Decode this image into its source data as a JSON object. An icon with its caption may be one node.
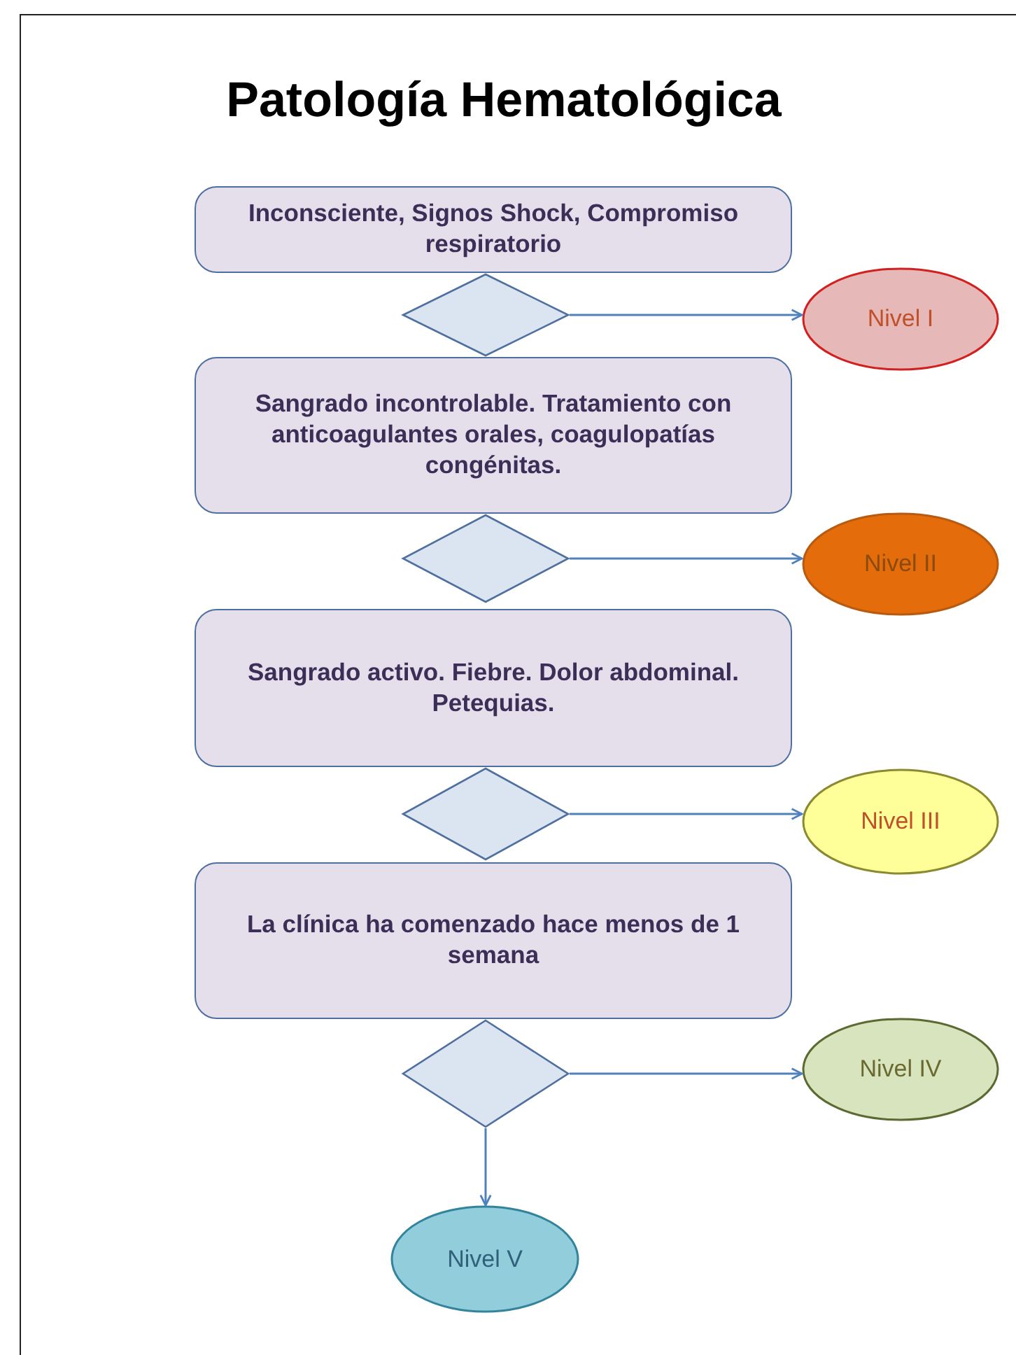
{
  "diagram": {
    "title": "Patología Hematológica",
    "nodes": [
      {
        "text": [
          "Inconsciente, Signos  Shock, Compromiso respiratorio"
        ]
      },
      {
        "text": [],
        "shape": "diamond"
      },
      {
        "text": [
          "Nivel I"
        ]
      },
      {
        "text": [
          "Sangrado incontrolable. Tratamiento con anticoagulantes orales, coagulopatías congénitas."
        ]
      },
      {
        "text": [],
        "shape": "diamond"
      },
      {
        "text": [
          "Nivel II"
        ]
      },
      {
        "text": [
          "Sangrado activo. Fiebre. Dolor abdominal. Petequias."
        ]
      },
      {
        "text": [],
        "shape": "diamond"
      },
      {
        "text": [
          "Nivel III"
        ]
      },
      {
        "text": [
          "La clínica ha comenzado hace menos de 1 semana"
        ]
      },
      {
        "text": [],
        "shape": "diamond"
      },
      {
        "text": [
          "Nivel IV"
        ]
      },
      {
        "text": [
          "Nivel V"
        ]
      }
    ],
    "edges": [
      {
        "from": 1,
        "to": 2,
        "arrow": "to"
      },
      {
        "from": 4,
        "to": 5,
        "arrow": "to"
      },
      {
        "from": 7,
        "to": 8,
        "arrow": "to"
      },
      {
        "from": 10,
        "to": 11,
        "arrow": "to"
      },
      {
        "from": 10,
        "to": 12,
        "arrow": "to"
      }
    ]
  }
}
